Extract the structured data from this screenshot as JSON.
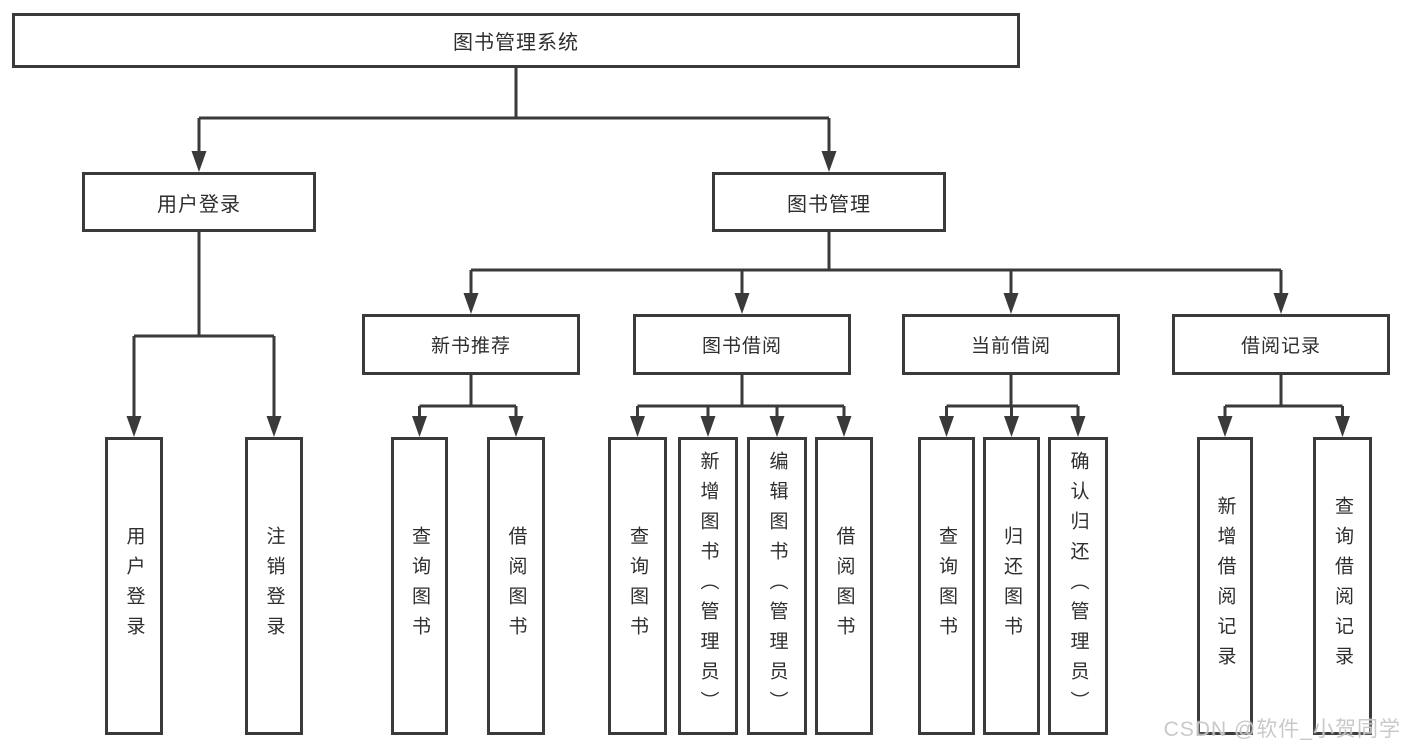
{
  "tree": {
    "label": "图书管理系统",
    "children": [
      {
        "label": "用户登录",
        "children": [
          {
            "label": "用户登录"
          },
          {
            "label": "注销登录"
          }
        ]
      },
      {
        "label": "图书管理",
        "children": [
          {
            "label": "新书推荐",
            "children": [
              {
                "label": "查询图书"
              },
              {
                "label": "借阅图书"
              }
            ]
          },
          {
            "label": "图书借阅",
            "children": [
              {
                "label": "查询图书"
              },
              {
                "label": "新增图书（管理员）"
              },
              {
                "label": "编辑图书（管理员）"
              },
              {
                "label": "借阅图书"
              }
            ]
          },
          {
            "label": "当前借阅",
            "children": [
              {
                "label": "查询图书"
              },
              {
                "label": "归还图书"
              },
              {
                "label": "确认归还（管理员）"
              }
            ]
          },
          {
            "label": "借阅记录",
            "children": [
              {
                "label": "新增借阅记录"
              },
              {
                "label": "查询借阅记录"
              }
            ]
          }
        ]
      }
    ]
  },
  "watermark": {
    "text": "CSDN @软件_小贺同学"
  },
  "colors": {
    "line": "#3a3a3a",
    "text": "#2e2e2e",
    "background": "#ffffff",
    "watermark": "#c6c6c6"
  }
}
